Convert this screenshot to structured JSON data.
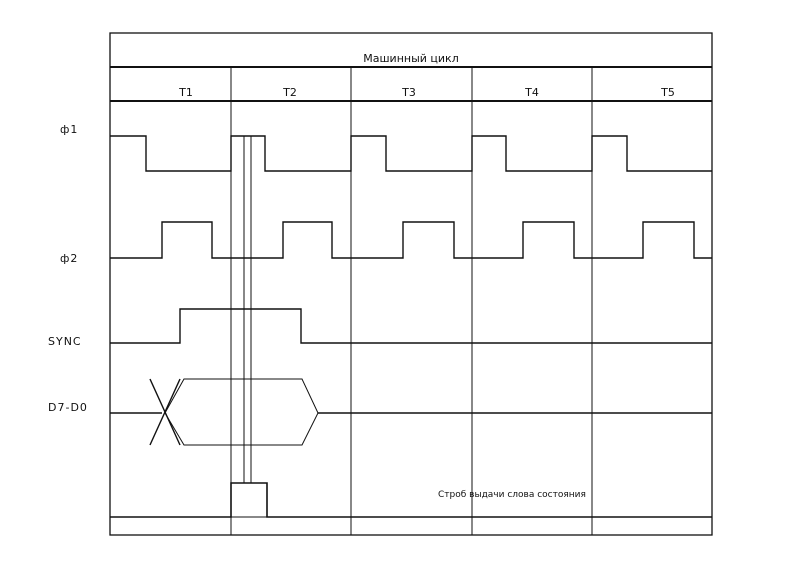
{
  "diagram": {
    "title": "Машинный цикл",
    "periods": [
      "T1",
      "T2",
      "T3",
      "T4",
      "T5"
    ],
    "signals": [
      {
        "id": "phi1",
        "label": "ф1"
      },
      {
        "id": "phi2",
        "label": "ф2"
      },
      {
        "id": "sync",
        "label": "SYNC"
      },
      {
        "id": "data",
        "label": "D7-D0"
      }
    ],
    "strobe_note": "Строб выдачи слова состояния",
    "colors": {
      "line": "#111111",
      "background": "#ffffff"
    }
  }
}
